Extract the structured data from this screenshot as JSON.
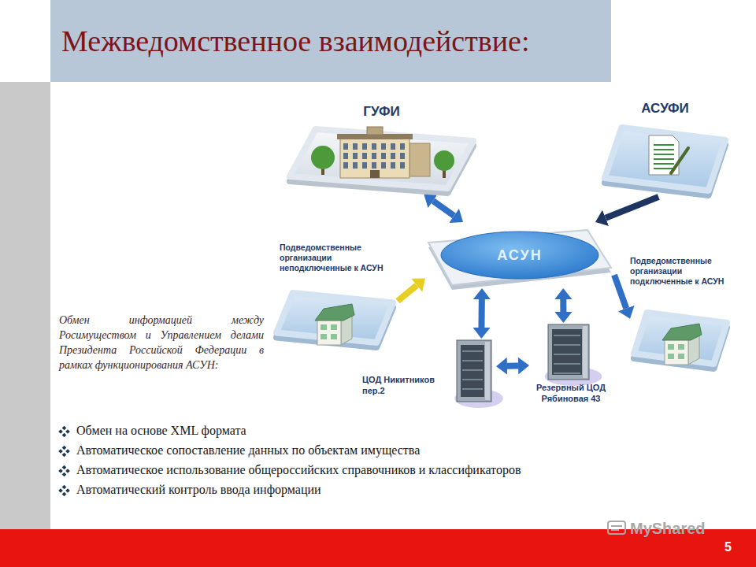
{
  "diagram": {
    "title": "Межведомственное взаимодействие:",
    "nodes": [
      {
        "text": [
          "ГУФИ"
        ]
      },
      {
        "text": [
          "АСУФИ"
        ]
      },
      {
        "text": [
          "Подведомственные организации неподключенные к АСУН"
        ]
      },
      {
        "text": [
          "АСУН"
        ]
      },
      {
        "text": [
          "Подведомственные организации подключенные к АСУН"
        ]
      },
      {
        "text": [
          "ЦОД Никитников пер.2"
        ]
      },
      {
        "text": [
          "Резервный ЦОД Рябиновая 43"
        ]
      }
    ],
    "edges": [
      {
        "from": 0,
        "to": 3,
        "arrow": "both"
      },
      {
        "from": 1,
        "to": 3,
        "arrow": "to"
      },
      {
        "from": 2,
        "to": 3,
        "arrow": "to"
      },
      {
        "from": 3,
        "to": 4,
        "arrow": "to"
      },
      {
        "from": 3,
        "to": 5,
        "arrow": "both"
      },
      {
        "from": 3,
        "to": 6,
        "arrow": "both"
      },
      {
        "from": 5,
        "to": 6,
        "arrow": "both"
      }
    ],
    "labels": [
      "Обмен информацией между Росимуществом и Управлением делами Президента Российской Федерации в рамках функционирования АСУН:",
      "Обмен на основе XML формата",
      "Автоматическое сопоставление данных по объектам имущества",
      "Автоматическое использование общероссийских справочников и классификаторов",
      "Автоматический контроль ввода информации",
      "5",
      "MyShared"
    ]
  }
}
